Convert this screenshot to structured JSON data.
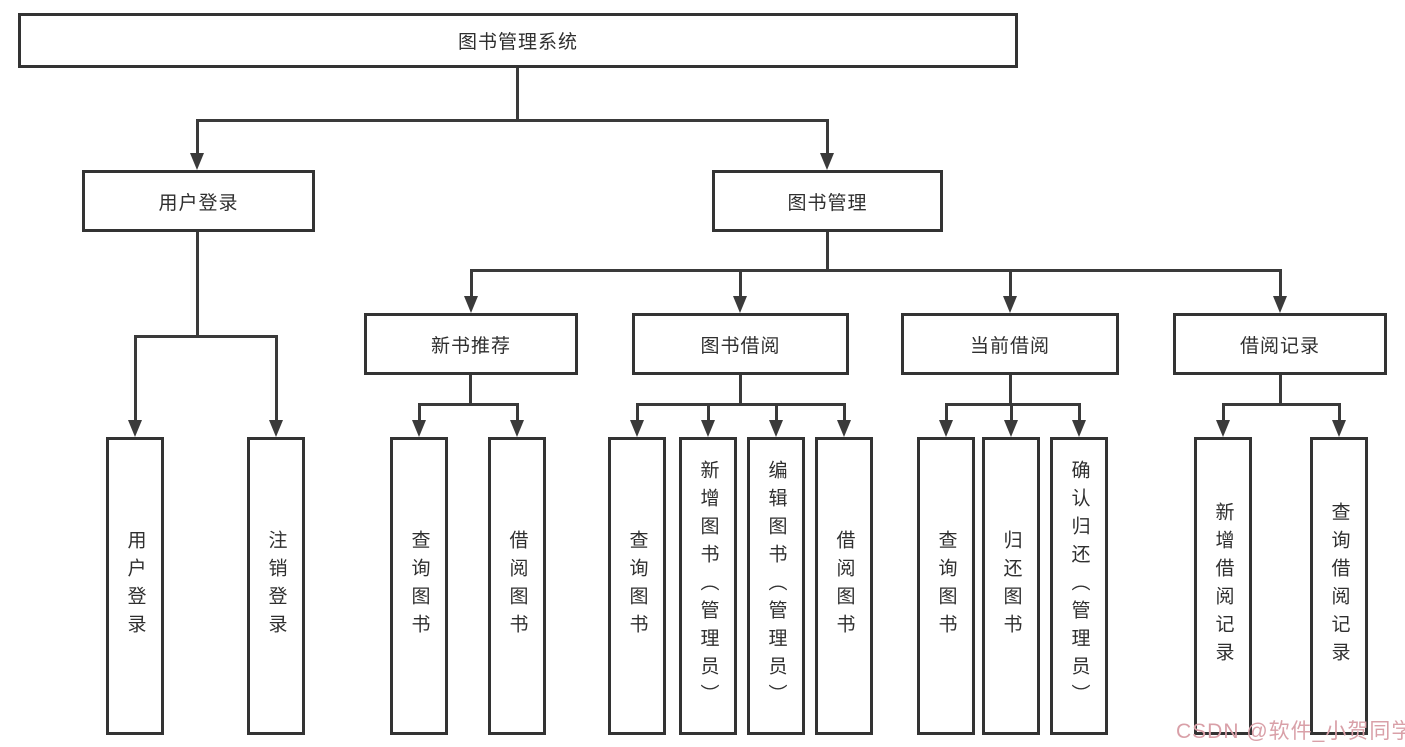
{
  "tree": {
    "root": {
      "label": "图书管理系统"
    },
    "branches": [
      {
        "label": "用户登录",
        "children": [
          {
            "label": "用户登录"
          },
          {
            "label": "注销登录"
          }
        ]
      },
      {
        "label": "图书管理",
        "sections": [
          {
            "label": "新书推荐",
            "children": [
              {
                "label": "查询图书"
              },
              {
                "label": "借阅图书"
              }
            ]
          },
          {
            "label": "图书借阅",
            "children": [
              {
                "label": "查询图书"
              },
              {
                "label": "新增图书（管理员）"
              },
              {
                "label": "编辑图书（管理员）"
              },
              {
                "label": "借阅图书"
              }
            ]
          },
          {
            "label": "当前借阅",
            "children": [
              {
                "label": "查询图书"
              },
              {
                "label": "归还图书"
              },
              {
                "label": "确认归还（管理员）"
              }
            ]
          },
          {
            "label": "借阅记录",
            "children": [
              {
                "label": "新增借阅记录"
              },
              {
                "label": "查询借阅记录"
              }
            ]
          }
        ]
      }
    ]
  },
  "watermark": {
    "text": "CSDN @软件_小贺同学"
  },
  "colors": {
    "line": "#3a3a3a",
    "box-border": "#333333",
    "box-fill": "#ffffff",
    "text": "#2f2f2f",
    "background": "#ffffff",
    "watermark": "#d9a0a8"
  }
}
